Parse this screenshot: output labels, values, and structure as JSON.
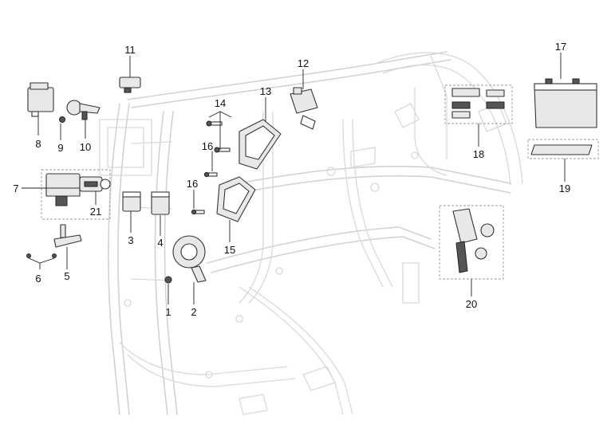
{
  "diagram": {
    "callouts": [
      {
        "id": "1",
        "label": "1"
      },
      {
        "id": "2",
        "label": "2"
      },
      {
        "id": "3",
        "label": "3"
      },
      {
        "id": "4",
        "label": "4"
      },
      {
        "id": "5",
        "label": "5"
      },
      {
        "id": "6",
        "label": "6"
      },
      {
        "id": "7",
        "label": "7"
      },
      {
        "id": "8",
        "label": "8"
      },
      {
        "id": "9",
        "label": "9"
      },
      {
        "id": "10",
        "label": "10"
      },
      {
        "id": "11",
        "label": "11"
      },
      {
        "id": "12",
        "label": "12"
      },
      {
        "id": "13",
        "label": "13"
      },
      {
        "id": "14",
        "label": "14"
      },
      {
        "id": "15",
        "label": "15"
      },
      {
        "id": "16a",
        "label": "16"
      },
      {
        "id": "16b",
        "label": "16"
      },
      {
        "id": "17",
        "label": "17"
      },
      {
        "id": "18",
        "label": "18"
      },
      {
        "id": "19",
        "label": "19"
      },
      {
        "id": "20",
        "label": "20"
      },
      {
        "id": "21",
        "label": "21"
      }
    ],
    "colors": {
      "frame": "#d9d9d9",
      "part_stroke": "#333333",
      "part_fill": "#e8e8e8",
      "label": "#111111"
    }
  }
}
